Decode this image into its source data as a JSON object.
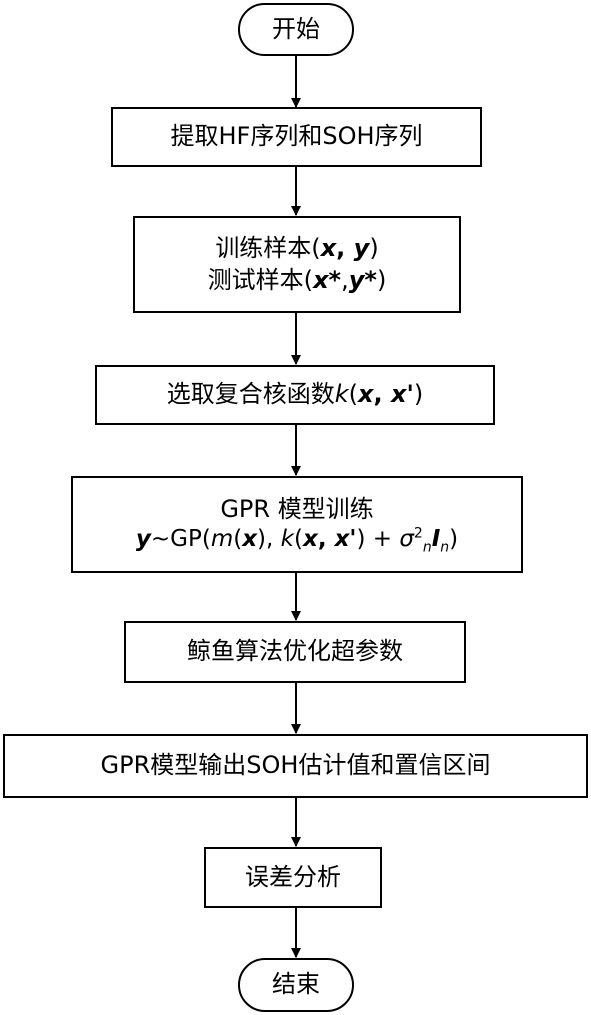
{
  "flowchart": {
    "start": "开始",
    "step1": "提取HF序列和SOH序列",
    "step2": {
      "line1_prefix": "训练样本(",
      "x": "x",
      "comma": ", ",
      "y": "y",
      "close": ")",
      "line2_prefix": "测试样本(",
      "xstar": "x*",
      "comma2": ",",
      "ystar": "y*",
      "close2": ")"
    },
    "step3": {
      "prefix": "选取复合核函数",
      "k": "k",
      "open": "(",
      "x": "x",
      "comma": ", ",
      "xprime": "x'",
      "close": ")"
    },
    "step4": {
      "title": "GPR 模型训练",
      "y": "y",
      "gp": "~GP(",
      "m": "m",
      "open": "(",
      "x": "x",
      "mid": "), ",
      "k": "k",
      "open2": "(",
      "x2": "x",
      "comma": ", ",
      "xprime": "x'",
      "plus": ") + ",
      "sigma": "σ",
      "sup": "2",
      "sub": "n",
      "I": "I",
      "Isub": "n",
      "close": ")"
    },
    "step5": "鲸鱼算法优化超参数",
    "step6": "GPR模型输出SOH估计值和置信区间",
    "step7": "误差分析",
    "end": "结束"
  }
}
